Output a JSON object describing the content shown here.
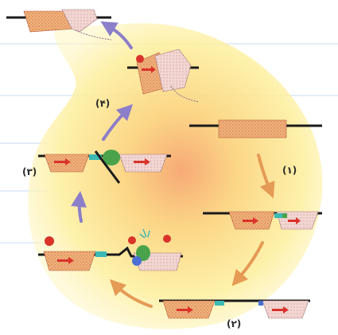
{
  "figure": {
    "step_labels": {
      "step1": "(۱)",
      "step2": "(۲)",
      "step3": "(۳)",
      "step4": "(۴)"
    },
    "colors": {
      "background": "#ffffff",
      "ruled_lines": "#c9dcf2",
      "glow_center": "#f6a56e",
      "glow_mid": "#fbe07a",
      "glow_edge": "#fdf6b8",
      "dna_strand": "#1b1b1b",
      "orange_block": "#f2b27a",
      "orange_dots": "#b55b3a",
      "pink_block": "#f3d6d2",
      "pink_dots": "#a57a7a",
      "arrow_orange": "#e59a55",
      "arrow_purple": "#8c7ec9",
      "red_marker": "#d9332a",
      "green_piece": "#4aa34a",
      "teal_piece": "#3cb8b5",
      "blue_piece": "#4c6fd6"
    },
    "icons": [
      "dna-strand",
      "cycle-arrow",
      "damage-marker"
    ]
  }
}
